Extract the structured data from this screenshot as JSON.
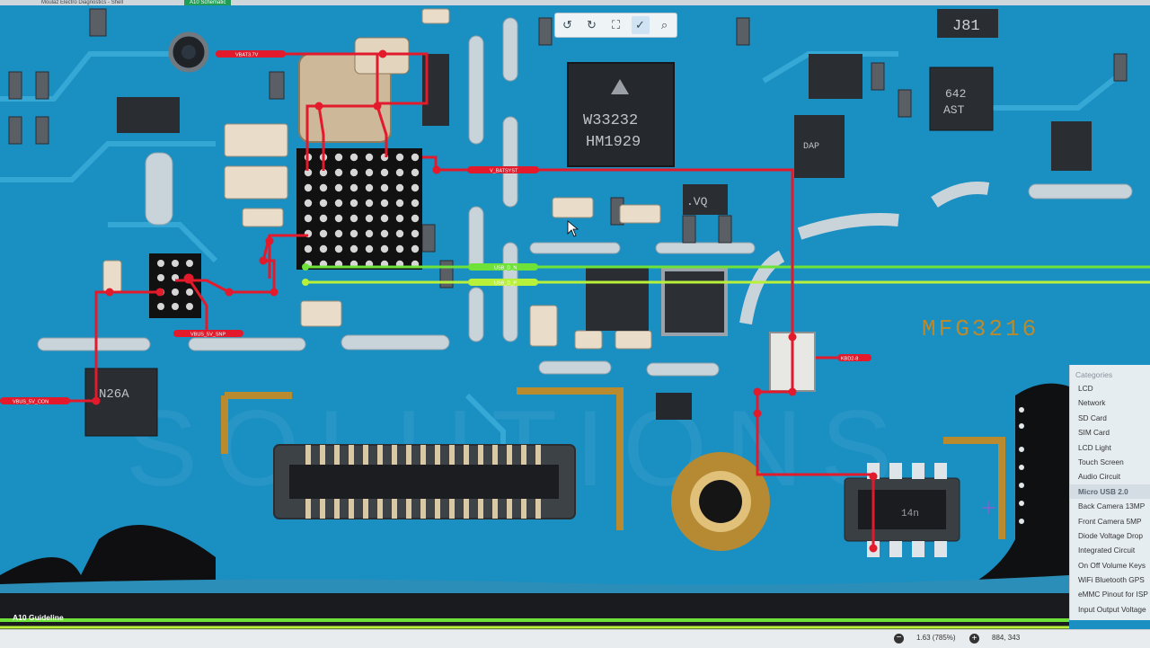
{
  "window": {
    "tabs": [
      {
        "label": "Moulaz Electro Diagnostics - Shell"
      },
      {
        "label": "A10 Schematic"
      }
    ]
  },
  "toolbar": {
    "buttons": [
      {
        "name": "rotate-left-icon",
        "glyph": "↺"
      },
      {
        "name": "rotate-right-icon",
        "glyph": "↻"
      },
      {
        "name": "fit-screen-icon",
        "glyph": "⛶"
      },
      {
        "name": "select-tool-icon",
        "glyph": "✓"
      },
      {
        "name": "search-icon",
        "glyph": "⌕"
      }
    ]
  },
  "board": {
    "chip_markings": {
      "main_ic_line1": "W33232",
      "main_ic_line2": "HM1929",
      "j81": "J81",
      "ic_right_1": "642",
      "ic_right_2": "AST",
      "vq": ".VQ",
      "mfg": "MFG3216",
      "n26a": "N26A",
      "small_ic": "14n",
      "dap": "DAP"
    },
    "net_labels": {
      "vbat": "VBAT3.7V",
      "vbatsyst": "V_BATSYST",
      "usb_dn": "USB_D_N",
      "usb_dp": "USB_D_P",
      "vbus_5v_snp": "VBUS_5V_SNP",
      "vbus_5v_con": "VBUS_5V_CON",
      "kbd": "KBD2-8"
    },
    "watermark": "SOLUTIONS",
    "guideline_label": "A10 Guideline"
  },
  "categories": {
    "title": "Categories",
    "active_index": 7,
    "items": [
      "LCD",
      "Network",
      "SD Card",
      "SIM Card",
      "LCD Light",
      "Touch Screen",
      "Audio Circuit",
      "Micro USB 2.0",
      "Back Camera 13MP",
      "Front Camera 5MP",
      "Diode Voltage Drop",
      "Integrated Circuit",
      "On Off Volume Keys",
      "WiFi Bluetooth GPS",
      "eMMC Pinout for ISP",
      "Input Output Voltage"
    ]
  },
  "status": {
    "zoom": "1.63 (785%)",
    "coords": "884, 343"
  },
  "colors": {
    "pcb": "#1a8fc2",
    "trace_red": "#e3192c",
    "trace_green": "#6fe23a",
    "gold": "#b98a2e"
  }
}
